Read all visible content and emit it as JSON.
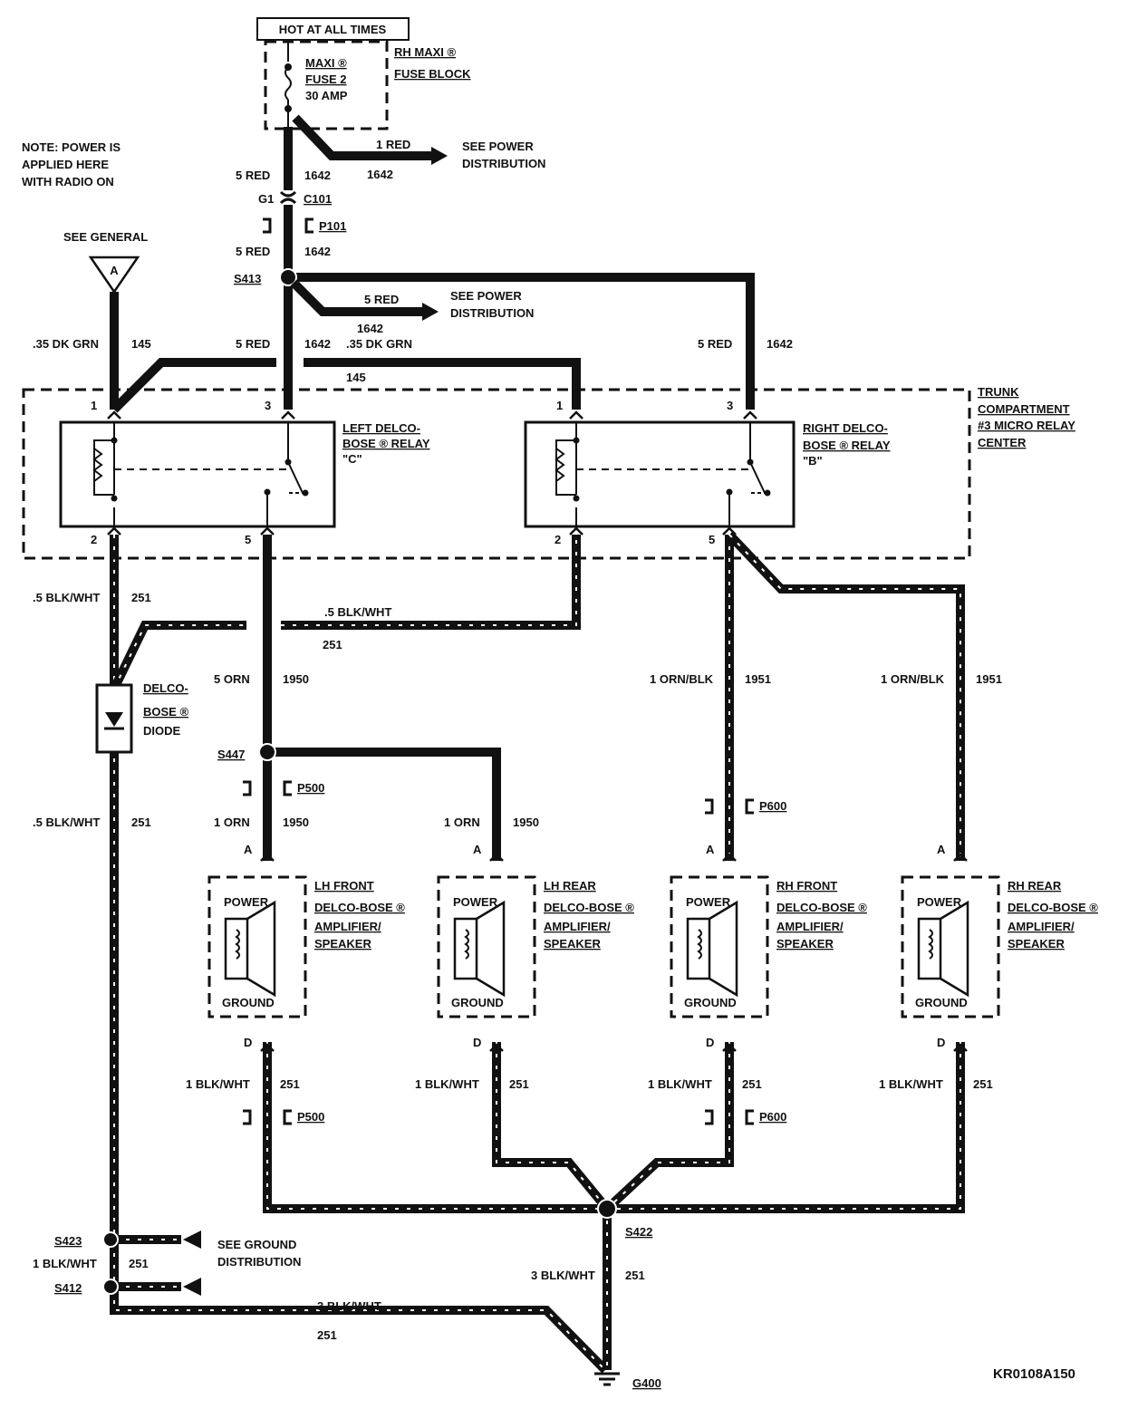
{
  "source": {
    "hot_label": "HOT AT ALL TIMES",
    "fuse_block": [
      "RH MAXI ®",
      "FUSE BLOCK"
    ],
    "fuse": [
      "MAXI ®",
      "FUSE 2",
      "30 AMP"
    ]
  },
  "note": [
    "NOTE: POWER IS",
    "APPLIED HERE",
    "WITH RADIO ON"
  ],
  "see_general": "SEE GENERAL",
  "input_triangle": "A",
  "power_dist_1": {
    "wire": "1 RED",
    "circuit": "1642",
    "ref": [
      "SEE POWER",
      "DISTRIBUTION"
    ]
  },
  "power_dist_2": {
    "wire": "5 RED",
    "circuit": "1642",
    "ref": [
      "SEE POWER",
      "DISTRIBUTION"
    ]
  },
  "connectors": {
    "c101_pins": "G1",
    "c101": "C101",
    "p101": "P101",
    "s413": "S413",
    "s447": "S447",
    "p500": "P500",
    "p600": "P600",
    "s422": "S422",
    "s423": "S423",
    "s412": "S412",
    "g400": "G400"
  },
  "wire_labels": {
    "red_5": "5 RED",
    "c1642": "1642",
    "dkgrn": ".35 DK GRN",
    "c145": "145",
    "blkwht_05": ".5 BLK/WHT",
    "c251": "251",
    "orn_5": "5 ORN",
    "c1950": "1950",
    "orn_1": "1 ORN",
    "ornblk_1": "1 ORN/BLK",
    "c1951": "1951",
    "blkwht_1": "1 BLK/WHT",
    "blkwht_3": "3 BLK/WHT"
  },
  "relay_center": [
    "TRUNK",
    "COMPARTMENT",
    "#3 MICRO RELAY",
    "CENTER"
  ],
  "left_relay": {
    "name": [
      "LEFT DELCO-",
      "BOSE ® RELAY",
      "\"C\""
    ],
    "pins": [
      "1",
      "3",
      "2",
      "5"
    ]
  },
  "right_relay": {
    "name": [
      "RIGHT DELCO-",
      "BOSE ® RELAY",
      "\"B\""
    ],
    "pins": [
      "1",
      "3",
      "2",
      "5"
    ]
  },
  "diode": [
    "DELCO-",
    "BOSE ®",
    "DIODE"
  ],
  "amplifiers": [
    {
      "title": [
        "LH FRONT",
        "DELCO-BOSE ®",
        "AMPLIFIER/",
        "SPEAKER"
      ]
    },
    {
      "title": [
        "LH REAR",
        "DELCO-BOSE ®",
        "AMPLIFIER/",
        "SPEAKER"
      ]
    },
    {
      "title": [
        "RH FRONT",
        "DELCO-BOSE ®",
        "AMPLIFIER/",
        "SPEAKER"
      ]
    },
    {
      "title": [
        "RH REAR",
        "DELCO-BOSE ®",
        "AMPLIFIER/",
        "SPEAKER"
      ]
    }
  ],
  "amp_labels": {
    "power": "POWER",
    "ground": "GROUND",
    "pin_a": "A",
    "pin_d": "D"
  },
  "ground_ref": [
    "SEE GROUND",
    "DISTRIBUTION"
  ],
  "diagram_code": "KR0108A150"
}
